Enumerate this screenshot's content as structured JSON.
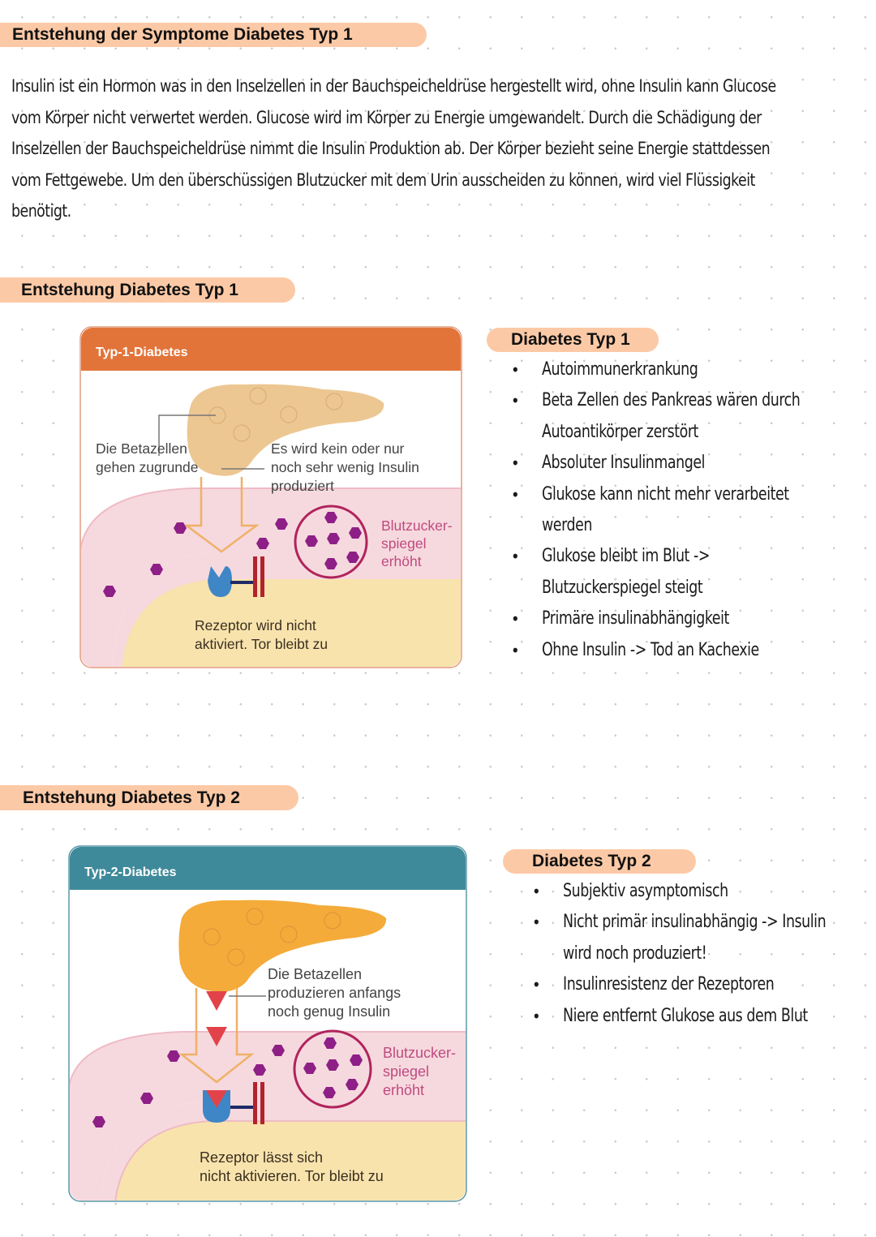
{
  "section1": {
    "heading": "Entstehung der Symptome Diabetes Typ 1",
    "paragraph_lines": [
      "Insulin ist ein Hormon was in den Inselzellen in der Bauchspeicheldrüse hergestellt wird, ohne Insulin kann Glucose",
      "vom Körper nicht verwertet werden. Glucose wird im Körper zu Energie umgewandelt. Durch die Schädigung der",
      "Inselzellen der Bauchspeicheldrüse nimmt die Insulin Produktion ab. Der Körper bezieht seine Energie stattdessen",
      "vom Fettgewebe. Um den überschüssigen Blutzucker mit dem Urin ausscheiden zu können, wird viel Flüssigkeit",
      "benötigt."
    ]
  },
  "section2": {
    "heading": "Entstehung Diabetes Typ 1",
    "figure": {
      "title": "Typ-1-Diabetes",
      "header_color": "#e2743a",
      "label_betazellen": [
        "Die Betazellen",
        "gehen zugrunde"
      ],
      "label_insulin": [
        "Es wird kein oder nur",
        "noch sehr wenig Insulin",
        "produziert"
      ],
      "label_blutzucker": [
        "Blutzucker-",
        "spiegel",
        "erhöht"
      ],
      "label_rezeptor": [
        "Rezeptor wird nicht",
        "aktiviert. Tor bleibt zu"
      ]
    },
    "list_title": "Diabetes Typ 1",
    "bullet": "•",
    "items": [
      [
        "Autoimmunerkrankung"
      ],
      [
        "Beta Zellen des Pankreas wären durch",
        "Autoantikörper zerstört"
      ],
      [
        "Absoluter Insulinmangel"
      ],
      [
        "Glukose kann nicht mehr verarbeitet",
        "werden"
      ],
      [
        "Glukose bleibt im Blut ->",
        "Blutzuckerspiegel steigt"
      ],
      [
        "Primäre insulinabhängigkeit"
      ],
      [
        "Ohne Insulin -> Tod an Kachexie"
      ]
    ]
  },
  "section3": {
    "heading": "Entstehung Diabetes Typ 2",
    "figure": {
      "title": "Typ-2-Diabetes",
      "header_color": "#3f8a9a",
      "label_betazellen": [
        "Die Betazellen",
        "produzieren anfangs",
        "noch genug Insulin"
      ],
      "label_blutzucker": [
        "Blutzucker-",
        "spiegel",
        "erhöht"
      ],
      "label_rezeptor": [
        "Rezeptor lässt sich",
        "nicht aktivieren. Tor bleibt zu"
      ]
    },
    "list_title": "Diabetes Typ 2",
    "bullet": "•",
    "items": [
      [
        "Subjektiv asymptomisch"
      ],
      [
        "Nicht primär insulinabhängig -> Insulin",
        "wird noch produziert!"
      ],
      [
        "Insulinresistenz der Rezeptoren"
      ],
      [
        "Niere entfernt Glukose aus dem Blut"
      ]
    ]
  },
  "colors": {
    "pill": "#fcc9a6",
    "glucose": "#8e1f86",
    "blood_band": "#f6d9de",
    "cell": "#f8e3ad",
    "pancreas_t1": "#ecc792",
    "pancreas_t2": "#f4ab3a",
    "insulin": "#e2434a",
    "receptor": "#3f86c6",
    "channel": "#b3232d",
    "blutzucker_text": "#c04a80"
  }
}
